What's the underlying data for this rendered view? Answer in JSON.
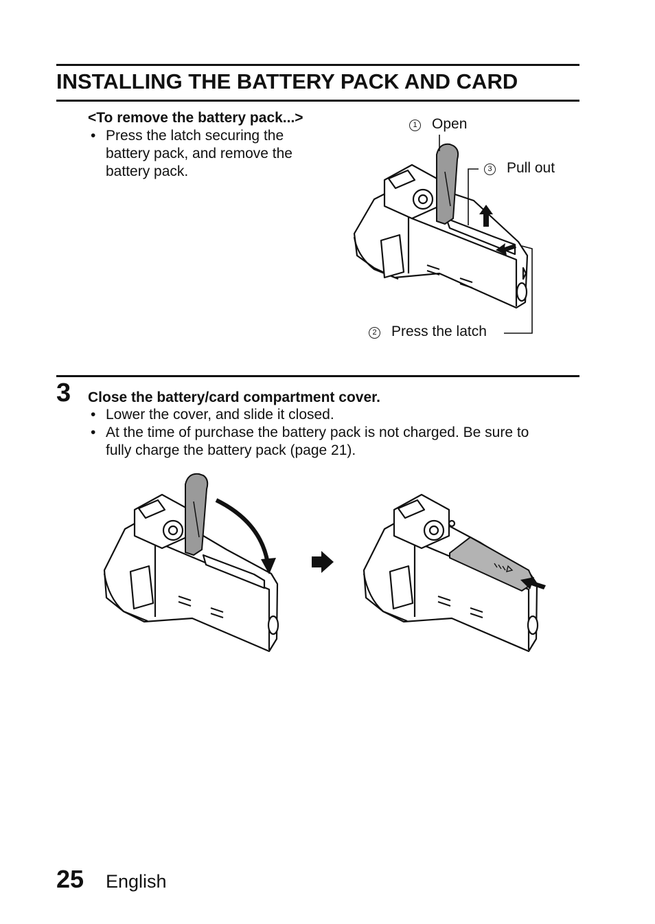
{
  "title": "INSTALLING THE BATTERY PACK AND CARD",
  "remove_section": {
    "heading": "<To remove the battery pack...>",
    "bullets": [
      {
        "dot": "•",
        "lines": [
          "Press the latch securing the",
          "battery pack, and remove the",
          "battery pack."
        ]
      }
    ]
  },
  "figure_top": {
    "callouts": [
      {
        "num": "1",
        "label": "Open"
      },
      {
        "num": "3",
        "label": "Pull out"
      },
      {
        "num": "2",
        "label": "Press the latch"
      }
    ]
  },
  "step": {
    "number": "3",
    "heading": "Close the battery/card compartment cover.",
    "bullets": [
      {
        "dot": "•",
        "lines": [
          "Lower the cover, and slide it closed."
        ]
      },
      {
        "dot": "•",
        "lines": [
          "At the time of purchase the battery pack is not charged. Be sure to",
          "fully charge the battery pack (page 21)."
        ]
      }
    ]
  },
  "footer": {
    "page_number": "25",
    "language": "English"
  },
  "colors": {
    "text": "#111111",
    "illustration_fill": "#ffffff",
    "cover_gray": "#9a9a9a",
    "slide_cover_gray": "#b3b3b3"
  },
  "icons": [
    "camera-open-cover-illustration",
    "camera-closing-cover-illustration",
    "camera-closed-cover-illustration",
    "right-arrow-icon"
  ]
}
